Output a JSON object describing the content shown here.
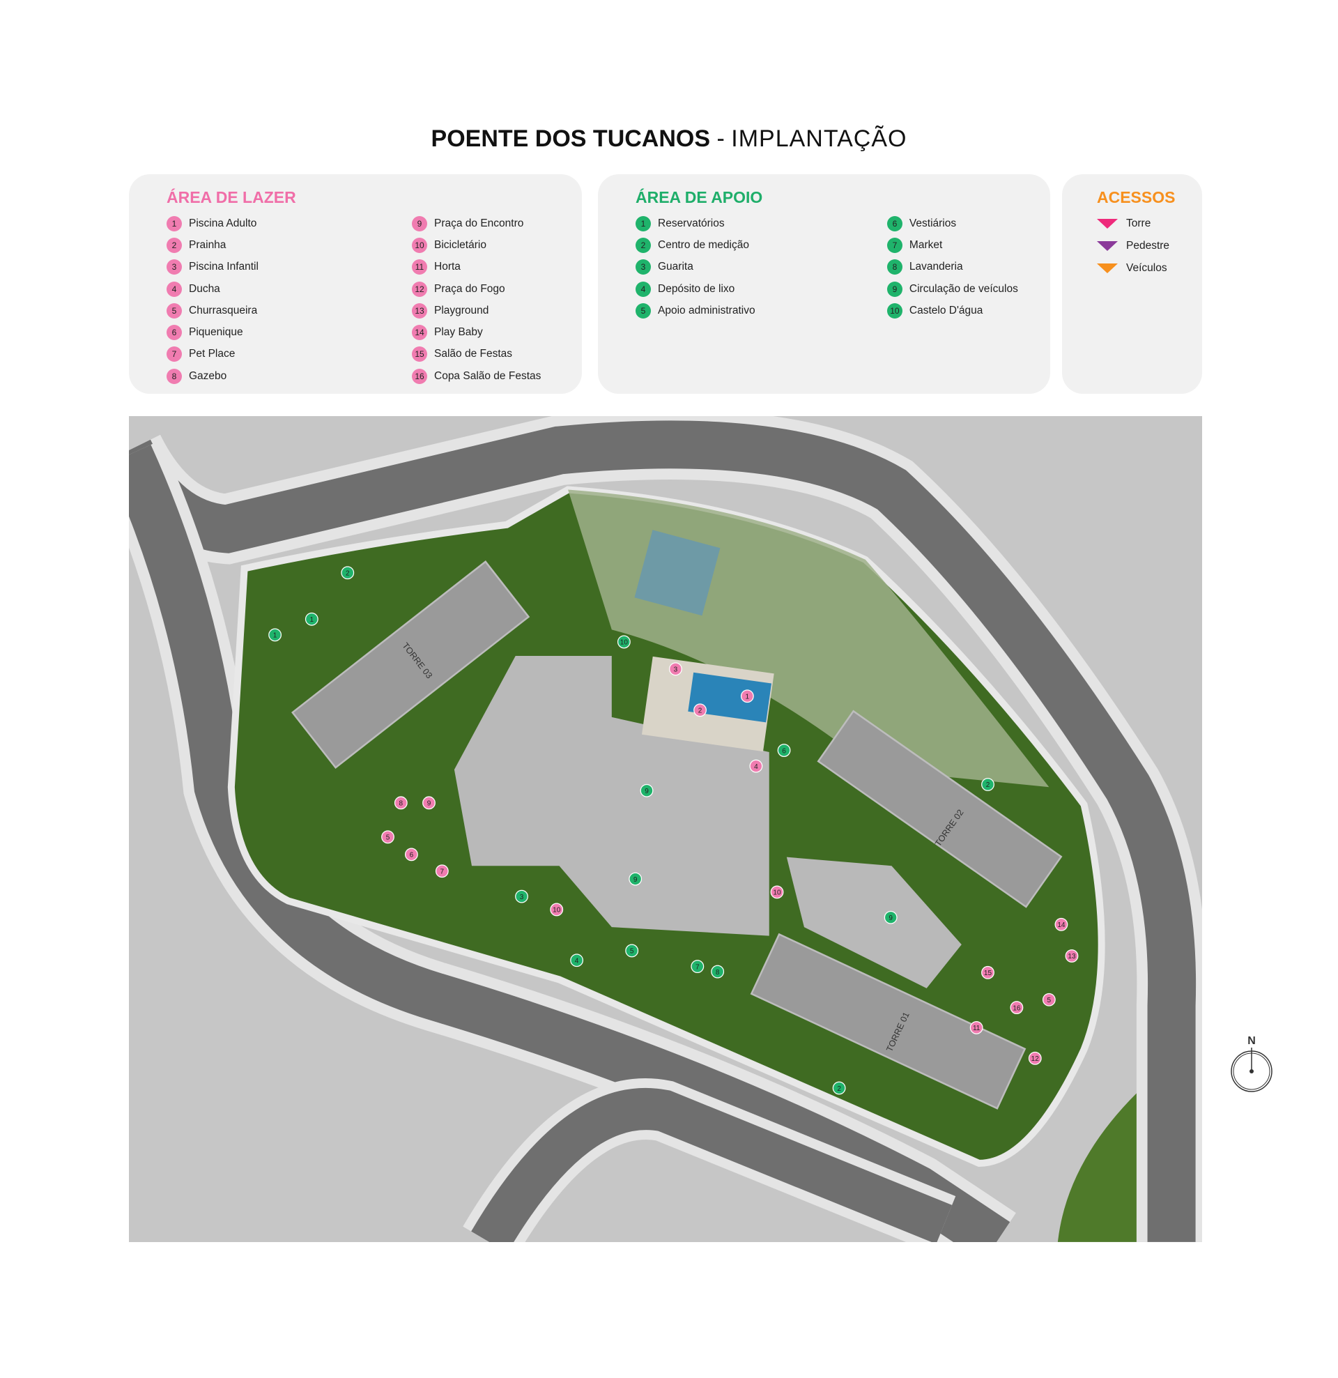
{
  "title": {
    "main": "POENTE DOS TUCANOS",
    "separator": " - ",
    "sub": "IMPLANTAÇÃO"
  },
  "lazer": {
    "heading": "ÁREA DE LAZER",
    "color": "#f06ea8",
    "items": [
      {
        "n": "1",
        "label": "Piscina Adulto"
      },
      {
        "n": "2",
        "label": "Prainha"
      },
      {
        "n": "3",
        "label": "Piscina Infantil"
      },
      {
        "n": "4",
        "label": "Ducha"
      },
      {
        "n": "5",
        "label": "Churrasqueira"
      },
      {
        "n": "6",
        "label": "Piquenique"
      },
      {
        "n": "7",
        "label": "Pet Place"
      },
      {
        "n": "8",
        "label": "Gazebo"
      },
      {
        "n": "9",
        "label": "Praça do Encontro"
      },
      {
        "n": "10",
        "label": "Bicicletário"
      },
      {
        "n": "11",
        "label": "Horta"
      },
      {
        "n": "12",
        "label": "Praça do Fogo"
      },
      {
        "n": "13",
        "label": "Playground"
      },
      {
        "n": "14",
        "label": "Play Baby"
      },
      {
        "n": "15",
        "label": "Salão de Festas"
      },
      {
        "n": "16",
        "label": "Copa Salão de Festas"
      }
    ]
  },
  "apoio": {
    "heading": "ÁREA DE APOIO",
    "color": "#1fae6a",
    "items": [
      {
        "n": "1",
        "label": "Reservatórios"
      },
      {
        "n": "2",
        "label": "Centro de medição"
      },
      {
        "n": "3",
        "label": "Guarita"
      },
      {
        "n": "4",
        "label": "Depósito de lixo"
      },
      {
        "n": "5",
        "label": "Apoio administrativo"
      },
      {
        "n": "6",
        "label": "Vestiários"
      },
      {
        "n": "7",
        "label": "Market"
      },
      {
        "n": "8",
        "label": "Lavanderia"
      },
      {
        "n": "9",
        "label": "Circulação de veículos"
      },
      {
        "n": "10",
        "label": "Castelo D'água"
      }
    ]
  },
  "acessos": {
    "heading": "ACESSOS",
    "color": "#f7901e",
    "items": [
      {
        "label": "Torre",
        "color": "#ee2a7b"
      },
      {
        "label": "Pedestre",
        "color": "#8b3a9a"
      },
      {
        "label": "Veículos",
        "color": "#f7901e"
      }
    ]
  },
  "map": {
    "towers": [
      "TORRE 03",
      "TORRE 02",
      "TORRE 01"
    ],
    "pink_markers": [
      "1",
      "2",
      "3",
      "4",
      "5",
      "6",
      "7",
      "8",
      "9",
      "10",
      "11",
      "12",
      "13",
      "14",
      "15",
      "16",
      "5",
      "10"
    ],
    "green_markers": [
      "1",
      "1",
      "2",
      "2",
      "2",
      "3",
      "4",
      "5",
      "6",
      "7",
      "8",
      "9",
      "9",
      "9",
      "10"
    ]
  },
  "compass": {
    "label": "N"
  }
}
